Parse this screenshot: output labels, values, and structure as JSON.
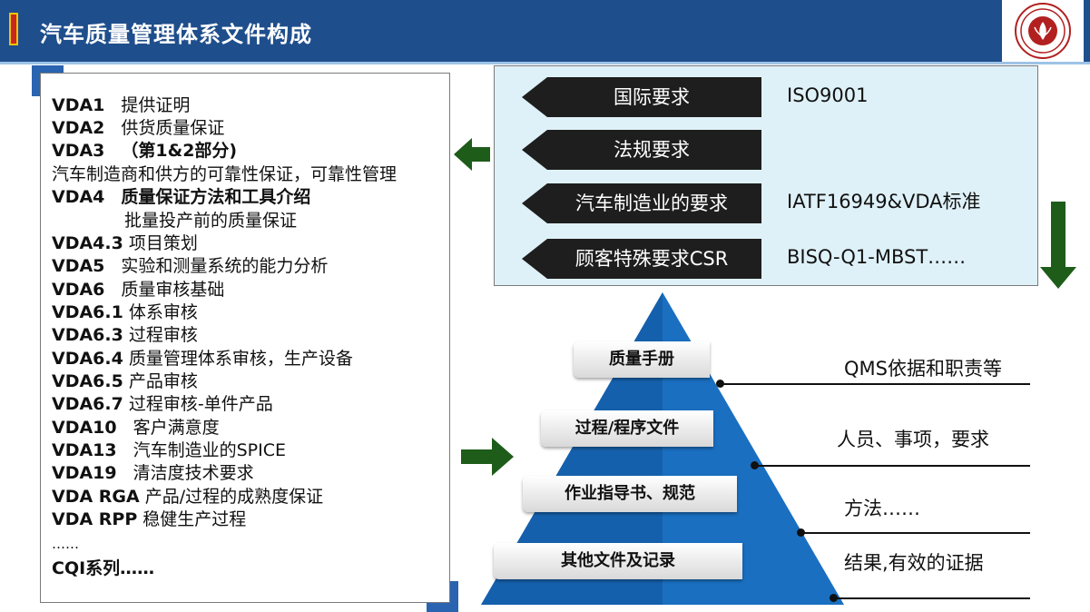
{
  "header": {
    "title": "汽车质量管理体系文件构成"
  },
  "doc_list": [
    {
      "code": "VDA1",
      "desc": "提供证明",
      "bold": false
    },
    {
      "code": "VDA2",
      "desc": "供货质量保证",
      "bold": false
    },
    {
      "code": "VDA3",
      "desc": "（第1&2部分)",
      "bold": true
    },
    {
      "code": "",
      "desc": "汽车制造商和供方的可靠性保证，可靠性管理",
      "bold": false
    },
    {
      "code": "VDA4",
      "desc": "质量保证方法和工具介绍",
      "bold": true
    },
    {
      "code": "",
      "desc": "批量投产前的质量保证",
      "bold": false
    },
    {
      "code": "VDA4.3",
      "desc": "项目策划",
      "bold": false
    },
    {
      "code": "VDA5",
      "desc": "实验和测量系统的能力分析",
      "bold": false
    },
    {
      "code": "VDA6",
      "desc": "质量审核基础",
      "bold": false
    },
    {
      "code": "VDA6.1",
      "desc": "体系审核",
      "bold": false
    },
    {
      "code": "VDA6.3",
      "desc": "过程审核",
      "bold": false
    },
    {
      "code": "VDA6.4",
      "desc": "质量管理体系审核，生产设备",
      "bold": false
    },
    {
      "code": "VDA6.5",
      "desc": "产品审核",
      "bold": false
    },
    {
      "code": "VDA6.7",
      "desc": "过程审核-单件产品",
      "bold": false
    },
    {
      "code": "VDA10",
      "desc": "客户满意度",
      "bold": false
    },
    {
      "code": "VDA13",
      "desc": "汽车制造业的SPICE",
      "bold": false
    },
    {
      "code": "VDA19",
      "desc": "清洁度技术要求",
      "bold": false
    },
    {
      "code": "VDA RGA",
      "desc": "产品/过程的成熟度保证",
      "bold": false
    },
    {
      "code": "VDA RPP",
      "desc": "稳健生产过程",
      "bold": false
    },
    {
      "code": "",
      "desc": "……",
      "bold": false
    },
    {
      "code": "CQI系列……",
      "desc": "",
      "bold": false
    }
  ],
  "requirements": [
    {
      "label": "国际要求",
      "value": "ISO9001"
    },
    {
      "label": "法规要求",
      "value": ""
    },
    {
      "label": "汽车制造业的要求",
      "value": "IATF16949&VDA标准"
    },
    {
      "label": "顾客特殊要求CSR",
      "value": "BISQ-Q1-MBST……"
    }
  ],
  "pyramid": [
    {
      "level": "质量手册",
      "desc": "QMS依据和职责等"
    },
    {
      "level": "过程/程序文件",
      "desc": "人员、事项，要求"
    },
    {
      "level": "作业指导书、规范",
      "desc": "方法……"
    },
    {
      "level": "其他文件及记录",
      "desc": "结果,有效的证据"
    }
  ],
  "colors": {
    "header_bg": "#1f4e8c",
    "arrow_green": "#1e5c1a",
    "pyramid_blue": "#1a6fc0",
    "req_bg": "#dff1f8"
  },
  "icons": {
    "logo": "round-seal-logo",
    "left_arrow": "arrow-left-icon",
    "right_arrow": "arrow-right-icon",
    "down_arrow": "arrow-down-icon"
  }
}
